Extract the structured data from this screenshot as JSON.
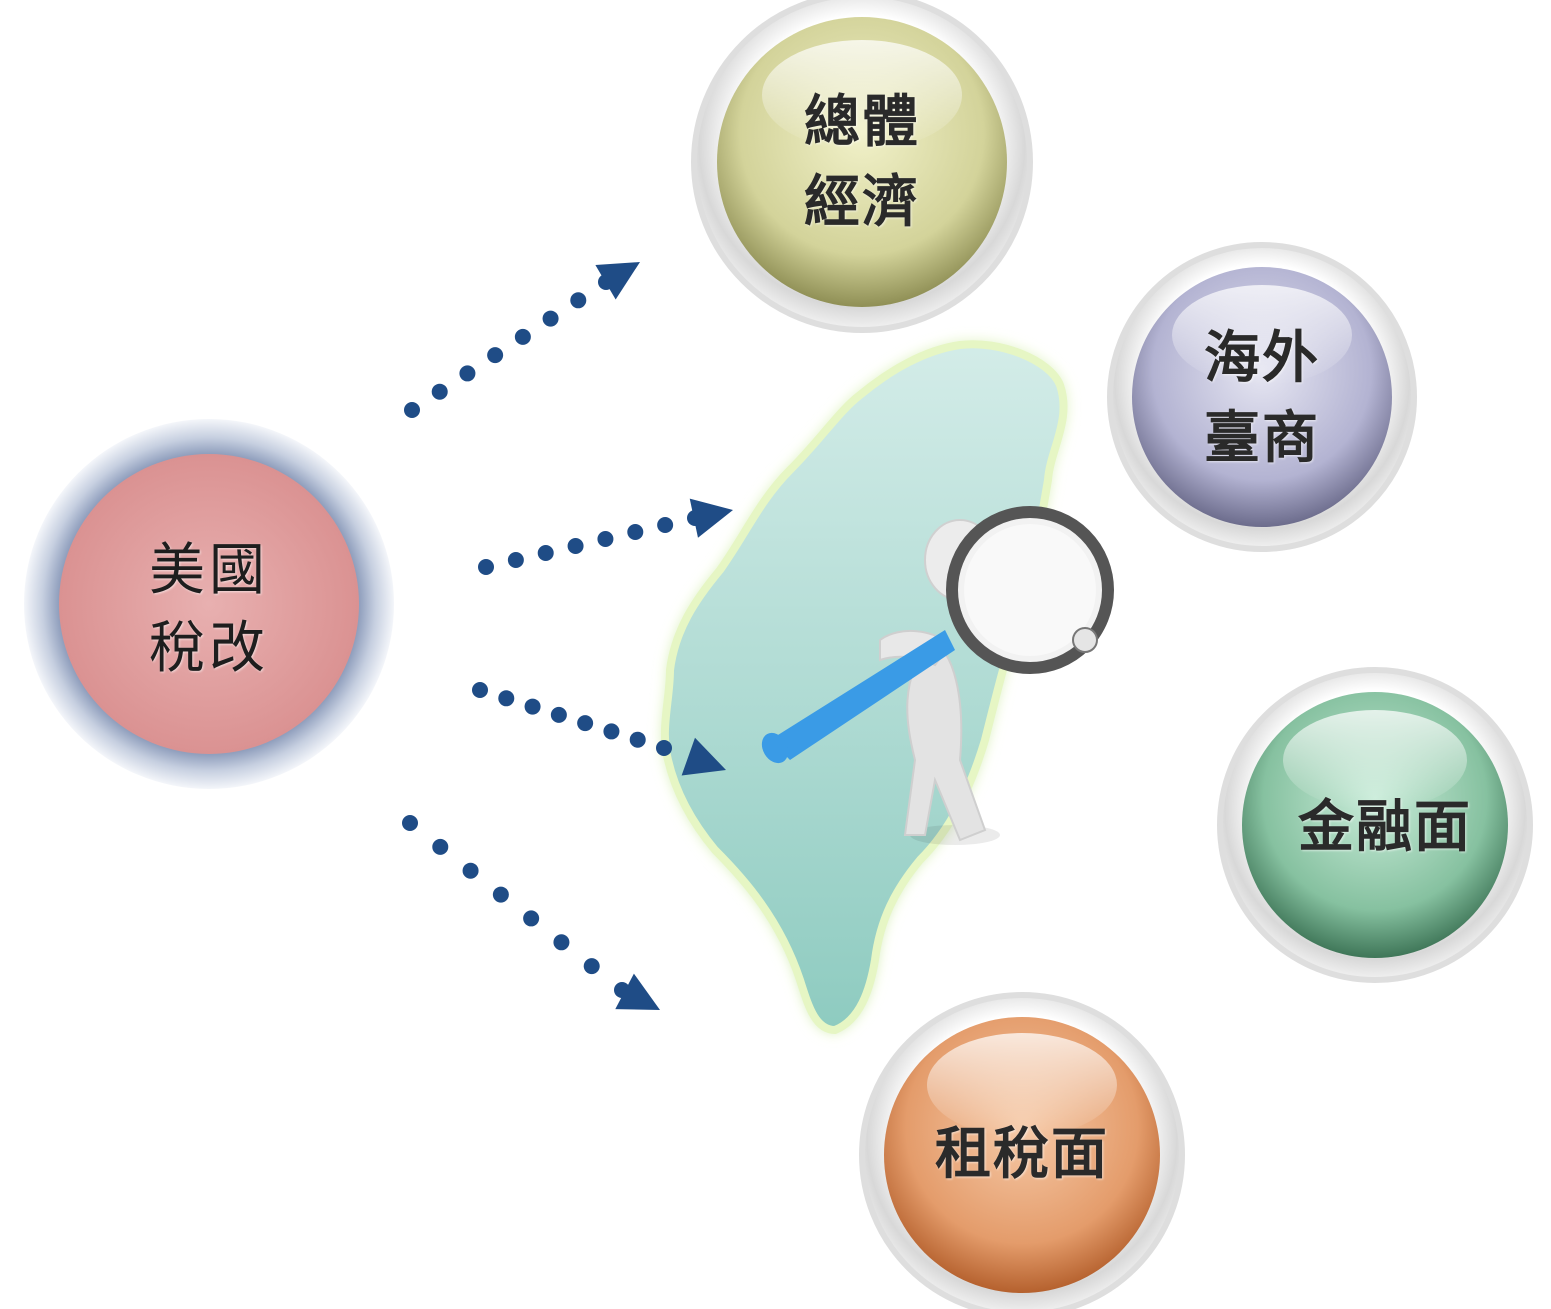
{
  "source": {
    "label": "美國\n稅改",
    "color": "#e2a1a1"
  },
  "targets": [
    {
      "label": "總體\n經濟",
      "color": "#dcdc9e"
    },
    {
      "label": "海外\n臺商",
      "color": "#b9b9d6"
    },
    {
      "label": "金融面",
      "color": "#90c9a8"
    },
    {
      "label": "租稅面",
      "color": "#e7a06f"
    }
  ],
  "arrow_color": "#1f4c86",
  "map_color": "#a7d6cf"
}
